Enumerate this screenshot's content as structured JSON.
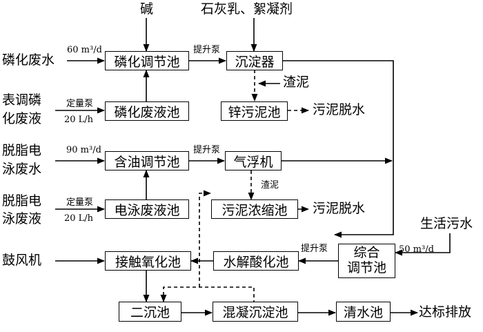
{
  "colors": {
    "line": "#000000",
    "background": "#ffffff"
  },
  "top_inputs": {
    "alkali": "碱",
    "lime_flocculant": "石灰乳、絮凝剂"
  },
  "sources": {
    "phosphating_wastewater": "磷化废水",
    "surface_phosphating_1": "表调磷",
    "surface_phosphating_2": "化废液",
    "degreasing_ep_water_1": "脱脂电",
    "degreasing_ep_water_2": "泳废水",
    "degreasing_ep_liquid_1": "脱脂电",
    "degreasing_ep_liquid_2": "泳废液",
    "blower": "鼓风机",
    "domestic_sewage": "生活污水"
  },
  "units": {
    "phosphating_tank": "磷化调节池",
    "settler": "沉淀器",
    "phosphating_waste_tank": "磷化废液池",
    "zinc_sludge_tank": "锌污泥池",
    "oil_tank": "含油调节池",
    "air_flotation": "气浮机",
    "ep_waste_tank": "电泳废液池",
    "sludge_thickener": "污泥浓缩池",
    "contact_oxidation": "接触氧化池",
    "hydrolysis": "水解酸化池",
    "comprehensive_1": "综合",
    "comprehensive_2": "调节池",
    "secondary_settling": "二沉池",
    "coag_settling": "混凝沉淀池",
    "clear_water": "清水池"
  },
  "labels": {
    "flow_60": "60 m³/d",
    "flow_90": "90 m³/d",
    "flow_50": "50 m³/d",
    "dose_20a": "20 L/h",
    "dose_20b": "20 L/h",
    "metering_pump_a": "定量泵",
    "metering_pump_b": "定量泵",
    "lift_pump_1": "提升泵",
    "lift_pump_2": "提升泵",
    "lift_pump_3": "提升泵",
    "scum_sludge_1": "渣泥",
    "scum_sludge_2": "渣泥",
    "sludge_dewater_1": "污泥脱水",
    "sludge_dewater_2": "污泥脱水",
    "discharge": "达标排放"
  }
}
